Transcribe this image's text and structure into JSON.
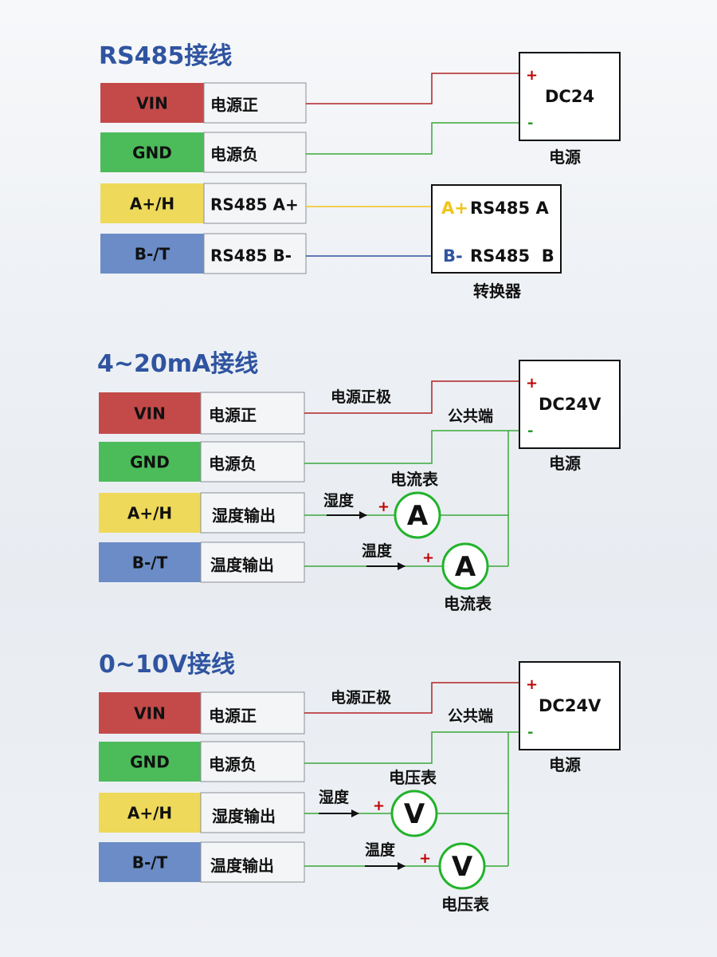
{
  "colors": {
    "title": "#2f54a0",
    "vin": "#c44a4a",
    "gnd": "#4cbb5a",
    "aplus": "#eed95a",
    "bminus": "#6b8cc6",
    "wire_red": "#b22222",
    "wire_green": "#3aa83a",
    "wire_yellow": "#f0c419",
    "wire_blue": "#2f54a0",
    "meter_ring": "#22b32b"
  },
  "pins": [
    {
      "label": "VIN"
    },
    {
      "label": "GND"
    },
    {
      "label": "A+/H"
    },
    {
      "label": "B-/T"
    }
  ],
  "section_rs485": {
    "title": "RS485接线",
    "descriptions": [
      "电源正",
      "电源负",
      "RS485 A+",
      "RS485 B-"
    ],
    "power_box": {
      "text": "DC24",
      "plus": "+",
      "minus": "-",
      "caption": "电源"
    },
    "converter": {
      "a_prefix": "A+",
      "a_text": "RS485 A",
      "b_prefix": "B-",
      "b_text": "RS485  B",
      "caption": "转换器"
    }
  },
  "section_current": {
    "title": "4~20mA接线",
    "descriptions": [
      "电源正",
      "电源负",
      "湿度输出",
      "温度输出"
    ],
    "power_box": {
      "text": "DC24V",
      "plus": "+",
      "minus": "-",
      "caption": "电源"
    },
    "positive_label": "电源正极",
    "common_label": "公共端",
    "meter_letter": "A",
    "meter_caption_top": "电流表",
    "meter_caption_bottom": "电流表",
    "signal_label_1": "湿度",
    "signal_label_2": "温度",
    "meter_plus": "+"
  },
  "section_voltage": {
    "title": "0~10V接线",
    "descriptions": [
      "电源正",
      "电源负",
      "湿度输出",
      "温度输出"
    ],
    "power_box": {
      "text": "DC24V",
      "plus": "+",
      "minus": "-",
      "caption": "电源"
    },
    "positive_label": "电源正极",
    "common_label": "公共端",
    "meter_letter": "V",
    "meter_caption_top": "电压表",
    "meter_caption_bottom": "电压表",
    "signal_label_1": "湿度",
    "signal_label_2": "温度",
    "meter_plus": "+"
  }
}
